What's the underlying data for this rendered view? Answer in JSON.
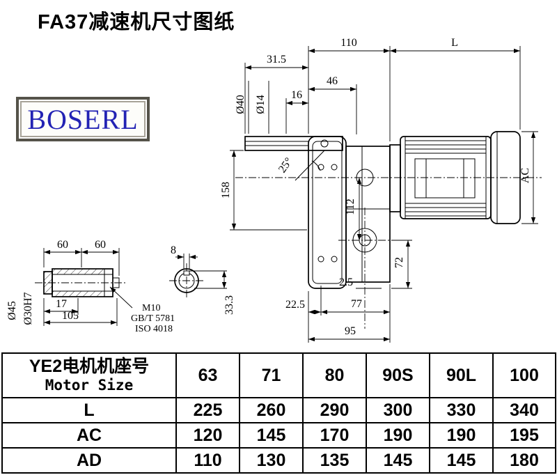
{
  "page": {
    "title": "FA37减速机尺寸图纸",
    "logo_text": "BOSERL"
  },
  "drawing": {
    "main_dims": {
      "w110": "110",
      "L": "L",
      "w31_5": "31.5",
      "w46": "46",
      "w16": "16",
      "dia40": "Ø40",
      "dia14": "Ø14",
      "angle25": "25°",
      "h158": "158",
      "h112": "112",
      "AC": "AC",
      "h72": "72",
      "o2_5": "2.5",
      "o22_5": "22.5",
      "w77": "77",
      "w95": "95"
    },
    "detail_dims": {
      "l60a": "60",
      "l60b": "60",
      "k8": "8",
      "dia45": "Ø45",
      "dia30": "Ø30H7",
      "l17": "17",
      "l105": "105",
      "thread": "M10",
      "std1": "GB/T 5781",
      "std2": "ISO 4018",
      "k33_3": "33.3"
    }
  },
  "table": {
    "header": {
      "line1": "YE2电机机座号",
      "line2": "Motor Size",
      "cols": [
        "63",
        "71",
        "80",
        "90S",
        "90L",
        "100"
      ]
    },
    "rows": [
      {
        "label": "L",
        "values": [
          "225",
          "260",
          "290",
          "300",
          "330",
          "340"
        ]
      },
      {
        "label": "AC",
        "values": [
          "120",
          "145",
          "170",
          "190",
          "190",
          "195"
        ]
      },
      {
        "label": "AD",
        "values": [
          "110",
          "130",
          "135",
          "145",
          "145",
          "180"
        ]
      }
    ]
  }
}
